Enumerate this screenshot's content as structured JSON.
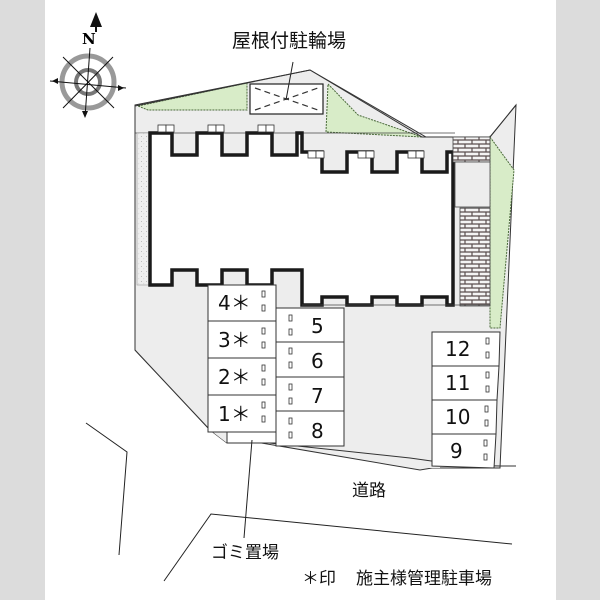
{
  "map": {
    "title_label": "屋根付駐輪場",
    "road_label": "道路",
    "garbage_label": "ゴミ置場",
    "legend": {
      "mark": "＊印",
      "text": "施主様管理駐車場"
    },
    "compass": {
      "north_label": "N",
      "icon": "compass-rose-icon"
    },
    "parking_left_column": [
      {
        "label": "4＊"
      },
      {
        "label": "3＊"
      },
      {
        "label": "2＊"
      },
      {
        "label": "1＊"
      }
    ],
    "parking_middle_column": [
      {
        "label": "5"
      },
      {
        "label": "6"
      },
      {
        "label": "7"
      },
      {
        "label": "8"
      }
    ],
    "parking_right_column": [
      {
        "label": "12"
      },
      {
        "label": "11"
      },
      {
        "label": "10"
      },
      {
        "label": "9"
      }
    ],
    "colors": {
      "page_margin": "#dcdcdc",
      "paved_area": "#ededed",
      "green_area": "#d8ecc8",
      "building_outline": "#1a1a1a",
      "brick_wall": "#6a5a5a"
    }
  }
}
